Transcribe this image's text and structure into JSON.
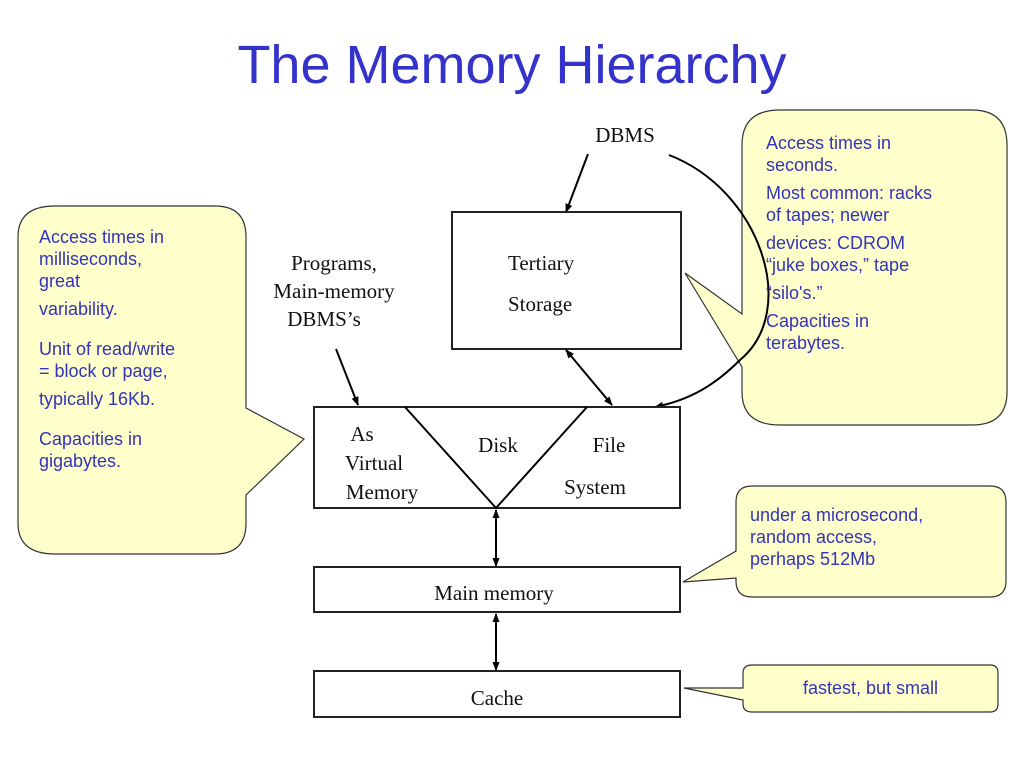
{
  "slide": {
    "title": "The Memory Hierarchy"
  },
  "diagram": {
    "labels": {
      "dbms": "DBMS",
      "programs_line1": "Programs,",
      "programs_line2": "Main-memory",
      "programs_line3": "DBMS’s",
      "tertiary_line1": "Tertiary",
      "tertiary_line2": "Storage",
      "vm_line1": "As",
      "vm_line2": "Virtual",
      "vm_line3": "Memory",
      "disk": "Disk",
      "fs_line1": "File",
      "fs_line2": "System",
      "main_memory": "Main memory",
      "cache": "Cache"
    }
  },
  "callouts": {
    "disk": {
      "lines": [
        "Access times in",
        "milliseconds,",
        "great",
        "variability.",
        "Unit of read/write",
        "= block or page,",
        "typically 16Kb.",
        "Capacities in",
        "gigabytes."
      ]
    },
    "tertiary": {
      "lines": [
        "Access times in",
        "seconds.",
        "Most common: racks",
        "of tapes; newer",
        "devices: CDROM",
        "“juke boxes,” tape",
        "“silo's.”",
        "Capacities in",
        "terabytes."
      ]
    },
    "main_memory": {
      "lines": [
        "under a microsecond,",
        "random access,",
        "perhaps 512Mb"
      ]
    },
    "cache": {
      "lines": [
        "fastest, but small"
      ]
    }
  },
  "colors": {
    "title": "#3333cc",
    "callout_fill": "#ffffcc",
    "callout_text": "#3333bb"
  }
}
